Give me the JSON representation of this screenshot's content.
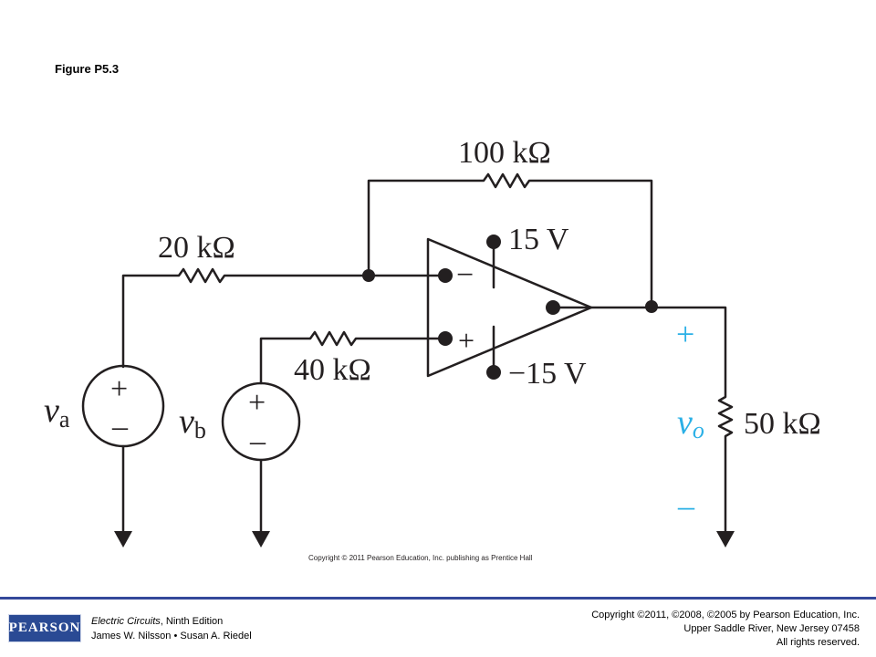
{
  "figure_title": "Figure P5.3",
  "circuit": {
    "resistors": {
      "r_feedback": "100 kΩ",
      "r_input_a": "20 kΩ",
      "r_input_b": "40 kΩ",
      "r_load": "50 kΩ"
    },
    "supplies": {
      "positive": "15 V",
      "negative": "−15 V"
    },
    "opamp_inputs": {
      "inverting": "−",
      "noninverting": "+"
    },
    "sources": {
      "va_symbol": "v",
      "va_subscript": "a",
      "vb_symbol": "v",
      "vb_subscript": "b",
      "plus": "+",
      "minus": "–"
    },
    "output": {
      "symbol": "v",
      "subscript": "o",
      "plus": "+",
      "minus": "–"
    }
  },
  "inner_copyright": "Copyright © 2011 Pearson Education, Inc. publishing as Prentice Hall",
  "footer": {
    "logo": "PEARSON",
    "book_title": "Electric Circuits",
    "book_edition": ", Ninth Edition",
    "authors": "James W. Nilsson • Susan A. Riedel",
    "copyright_line": "Copyright ©2011, ©2008, ©2005 by Pearson Education, Inc.",
    "address": "Upper Saddle River, New Jersey 07458",
    "rights": "All rights reserved."
  },
  "colors": {
    "wire": "#231f20",
    "output_label": "#2bb0e6",
    "footer_rule": "#34489a",
    "logo_bg": "#2a4a94"
  }
}
